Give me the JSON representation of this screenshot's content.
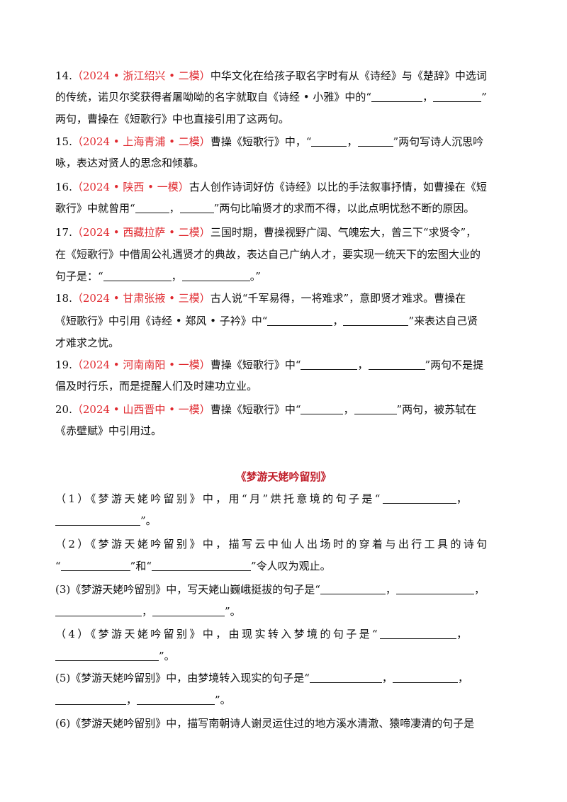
{
  "questions": [
    {
      "num": "14.",
      "source": "（2024 • 浙江绍兴 • 二模）",
      "lines": [
        [
          "中华文化在给孩子取名字时有从《诗经》与《楚辞》中选词"
        ],
        [
          "的传统，诺贝尔奖获得者屠呦呦的名字就取自《诗经 • 小雅》中的“",
          "，",
          "”"
        ],
        [
          "两句，曹操在《短歌行》中也直接引用了这两句。"
        ]
      ]
    },
    {
      "num": "15.",
      "source": "（2024 • 上海青浦 • 二模）",
      "lines": [
        [
          "曹操《短歌行》中，“",
          "，",
          "”两句写诗人沉思吟"
        ],
        [
          "咏，表达对贤人的思念和倾慕。"
        ]
      ]
    },
    {
      "num": "16.",
      "source": "（2024 • 陕西 • 一模）",
      "lines": [
        [
          "古人创作诗词好仿《诗经》以比的手法叙事抒情，如曹操在《短"
        ],
        [
          "歌行》中就曾用“",
          "，",
          "”两句比喻贤才的求而不得，以此点明忧愁不断的原因。"
        ]
      ]
    },
    {
      "num": "17.",
      "source": "（2024 • 西藏拉萨 • 二模）",
      "lines": [
        [
          "三国时期，曹操视野广阔、气魄宏大，曾三下“求贤令”，"
        ],
        [
          "在《短歌行》中借周公礼遇贤才的典故，表达自己广纳人才，要实现一统天下的宏图大业的"
        ],
        [
          "句子是：“",
          "，",
          "。”"
        ]
      ]
    },
    {
      "num": "18.",
      "source": "（2024 • 甘肃张掖 • 三模）",
      "lines": [
        [
          "古人说“千军易得，一将难求”，意即贤才难求。曹操在"
        ],
        [
          "《短歌行》中引用《诗经 • 郑风 • 子衿》中“",
          "，",
          "”来表达自己贤"
        ],
        [
          "才难求之忧。"
        ]
      ]
    },
    {
      "num": "19.",
      "source": "（2024 • 河南南阳 • 一模）",
      "lines": [
        [
          "曹操《短歌行》中“",
          "，",
          "”两句不是提"
        ],
        [
          "倡及时行乐，而是提醒人们及时建功立业。"
        ]
      ]
    },
    {
      "num": "20.",
      "source": "（2024 • 山西晋中 • 一模）",
      "lines": [
        [
          "曹操《短歌行》中“",
          "，",
          "”两句，被苏轼在"
        ],
        [
          "《赤壁赋》中引用过。"
        ]
      ]
    }
  ],
  "section_title": "《梦游天姥吟留别》",
  "items": [
    {
      "lines": [
        [
          "（1）《梦游天姥吟留别》中，用“月”烘托意境的句子是“",
          "，"
        ],
        [
          "",
          "”。"
        ]
      ]
    },
    {
      "lines": [
        [
          "（2）《梦游天姥吟留别》中，描写云中仙人出场时的穿着与出行工具的诗句"
        ],
        [
          "“",
          "”和“",
          "”令人叹为观止。"
        ]
      ]
    },
    {
      "lines": [
        [
          "(3)《梦游天姥吟留别》中，写天姥山巍峨挺拔的句子是“",
          "，",
          "，"
        ],
        [
          "",
          "，",
          "”。"
        ]
      ]
    },
    {
      "lines": [
        [
          "（4）《梦游天姥吟留别》中，由现实转入梦境的句子是“",
          "，"
        ],
        [
          "",
          "”。"
        ]
      ]
    },
    {
      "lines": [
        [
          "(5)《梦游天姥吟留别》中，由梦境转入现实的句子是“",
          "，",
          "，"
        ],
        [
          "",
          "，",
          "”。"
        ]
      ]
    },
    {
      "lines": [
        [
          "(6)《梦游天姥吟留别》中，描写南朝诗人谢灵运住过的地方溪水清澈、猿啼凄清的句子是"
        ]
      ]
    }
  ]
}
